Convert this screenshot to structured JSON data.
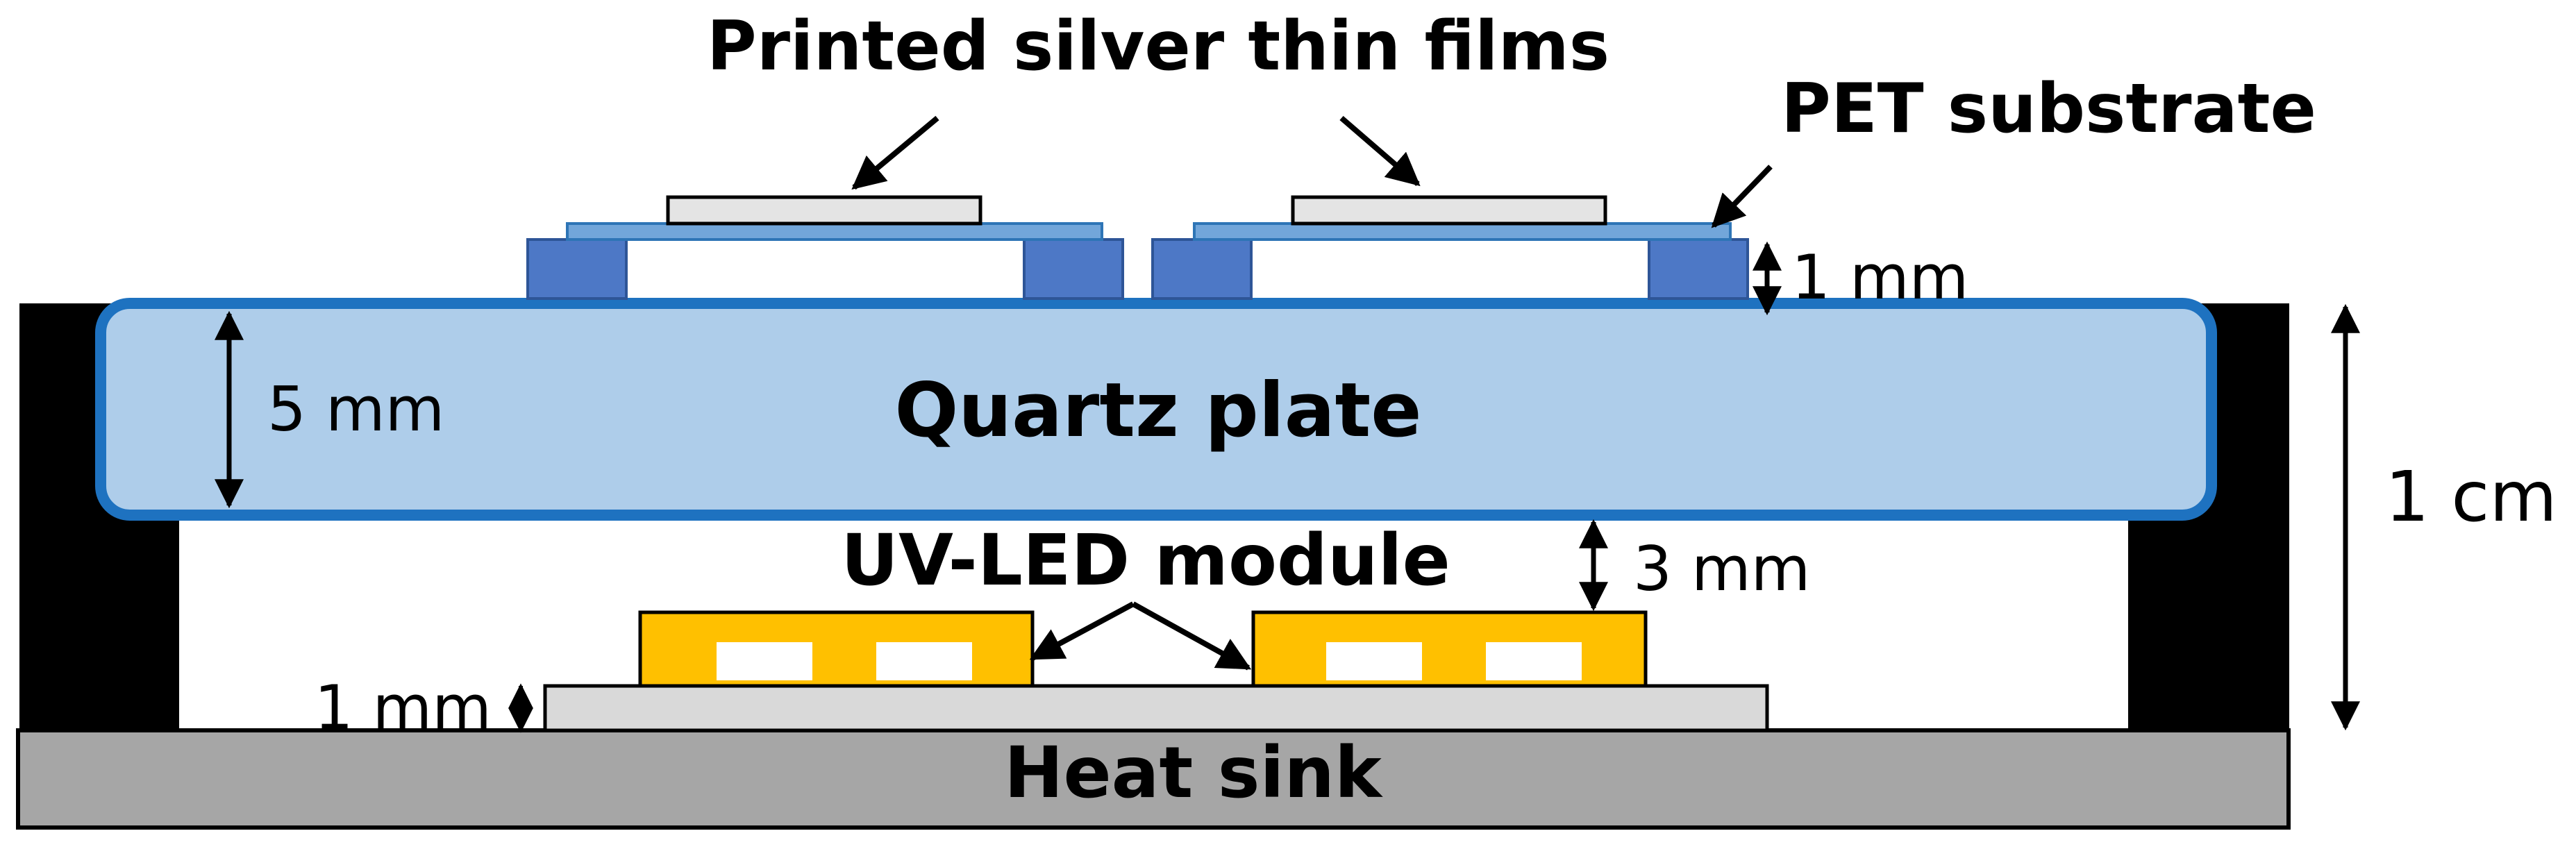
{
  "labels": {
    "silver_films": "Printed silver thin films",
    "pet_substrate": "PET substrate",
    "quartz_plate": "Quartz plate",
    "uv_led_module": "UV-LED module",
    "heat_sink": "Heat sink",
    "dim_spacer": "1 mm",
    "dim_quartz": "5 mm",
    "dim_gap": "3 mm",
    "dim_total": "1 cm",
    "dim_board": "1 mm"
  },
  "colors": {
    "quartz_fill": "#AECDEA",
    "quartz_stroke": "#1E72C0",
    "pet": "#72A6DA",
    "spacer": "#4D78C6",
    "silver": "#E4E4E4",
    "led": "#FFC000",
    "board": "#D9D9D9",
    "heat_sink": "#A6A6A6",
    "frame": "#000000"
  }
}
